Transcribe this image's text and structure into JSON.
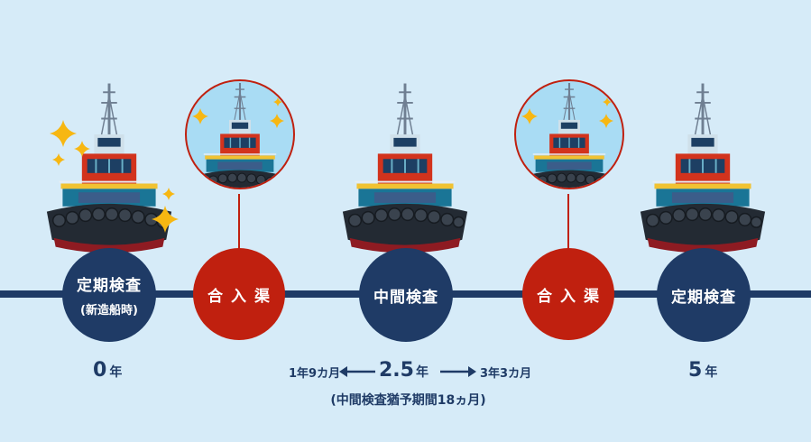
{
  "nodes": [
    {
      "label": "定期検査",
      "sub": "(新造船時)"
    },
    {
      "label": "合入渠"
    },
    {
      "label": "中間検査"
    },
    {
      "label": "合入渠"
    },
    {
      "label": "定期検査"
    }
  ],
  "years": {
    "start_num": "0",
    "start_unit": "年",
    "mid_num": "2.5",
    "mid_unit": "年",
    "end_num": "5",
    "end_unit": "年",
    "early": "1年9カ月",
    "late": "3年3カ月"
  },
  "note": "(中間検査猶予期間18ヵ月)",
  "colors": {
    "navy": "#1f3b66",
    "red": "#c0200f",
    "background": "#d6ebf8",
    "sparkle": "#f7b712"
  },
  "icons": [
    "tugboat-icon",
    "sparkle-icon",
    "arrow-left-icon",
    "arrow-right-icon"
  ]
}
